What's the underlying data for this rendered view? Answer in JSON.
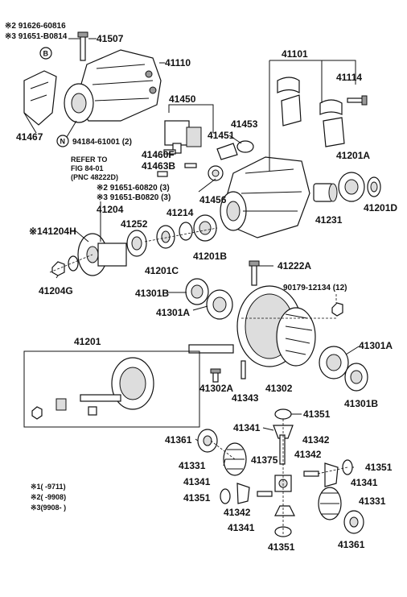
{
  "labels": {
    "top_left_1": "※2 91626-60816",
    "top_left_2": "※3 91651-B0814",
    "p41507": "41507",
    "p41110": "41110",
    "p41101": "41101",
    "p41114": "41114",
    "p41450": "41450",
    "p41453": "41453",
    "p41451": "41451",
    "p41467": "41467",
    "bolt_94184": "94184-61001 (2)",
    "p41460f": "41460F",
    "p41463b": "41463B",
    "p41201a_top": "41201A",
    "refer_1": "REFER TO",
    "refer_2": "FIG 84-01",
    "refer_3": "(PNC 48222D)",
    "bolt_60820": "※2 91651-60820 (3)",
    "bolt_b0820": "※3 91651-B0820 (3)",
    "p41456": "41456",
    "p41201d": "41201D",
    "p41231": "41231",
    "p41204": "41204",
    "p41214": "41214",
    "p41252": "41252",
    "p41204h": "※141204H",
    "p41201c": "41201C",
    "p41201b": "41201B",
    "p41222a": "41222A",
    "p41204g": "41204G",
    "p41301b_top": "41301B",
    "bolt_90179": "90179-12134 (12)",
    "p41301a_left": "41301A",
    "p41201_box": "41201",
    "p41301a_right": "41301A",
    "p41302a": "41302A",
    "p41302": "41302",
    "p41343": "41343",
    "p41301b_bot": "41301B",
    "p41351_a": "41351",
    "p41341_a": "41341",
    "p41361_a": "41361",
    "p41342_a": "41342",
    "p41375": "41375",
    "p41342_b": "41342",
    "p41331_a": "41331",
    "p41351_b": "41351",
    "p41341_b": "41341",
    "p41341_c": "41341",
    "p41351_c": "41351",
    "p41331_b": "41331",
    "p41342_c": "41342",
    "p41341_d": "41341",
    "p41351_d": "41351",
    "p41361_b": "41361",
    "note_1": "※1(    -9711)",
    "note_2": "※2(    -9908)",
    "note_3": "※3(9908-      )",
    "marker_b": "B",
    "marker_n": "N"
  }
}
